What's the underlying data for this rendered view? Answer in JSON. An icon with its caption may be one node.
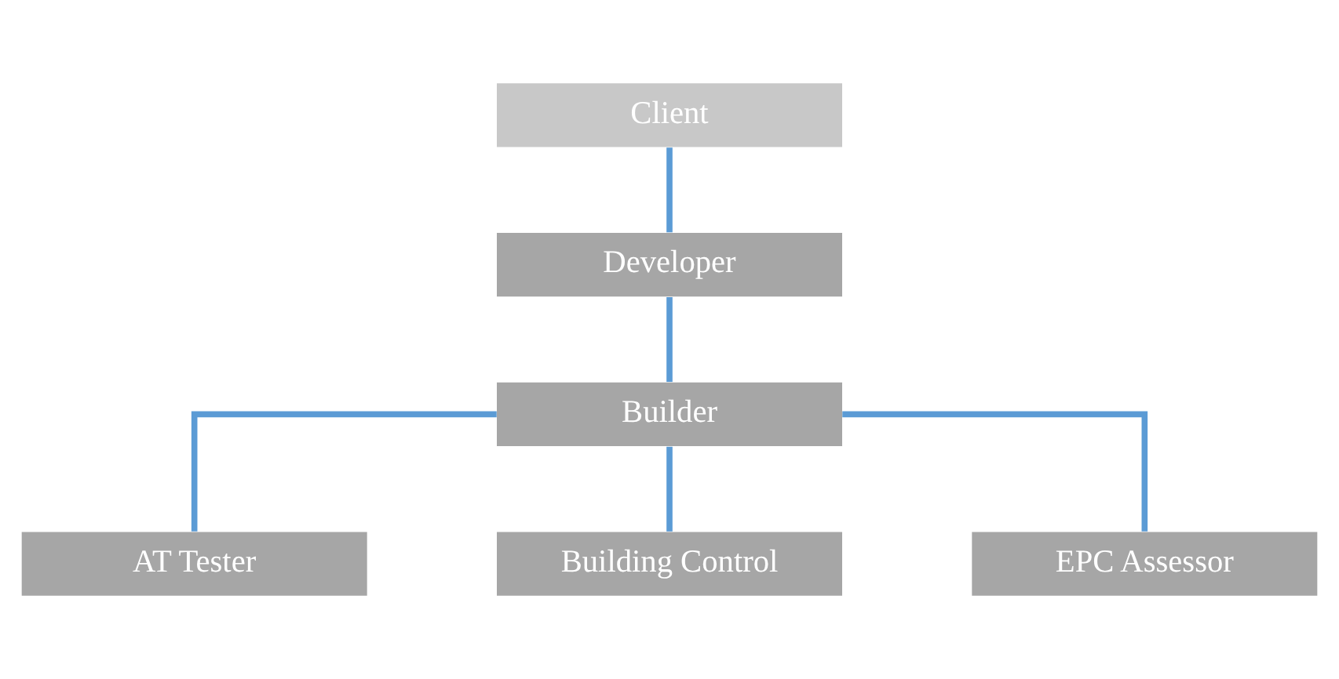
{
  "diagram": {
    "nodes": [
      {
        "text": [
          "Client"
        ]
      },
      {
        "text": [
          "Developer"
        ]
      },
      {
        "text": [
          "Builder"
        ]
      },
      {
        "text": [
          "AT Tester"
        ]
      },
      {
        "text": [
          "Building Control"
        ]
      },
      {
        "text": [
          "EPC Assessor"
        ]
      }
    ],
    "edges": [
      {
        "from": 0,
        "to": 1,
        "arrow": "none"
      },
      {
        "from": 1,
        "to": 2,
        "arrow": "none"
      },
      {
        "from": 2,
        "to": 3,
        "arrow": "none"
      },
      {
        "from": 2,
        "to": 4,
        "arrow": "none"
      },
      {
        "from": 2,
        "to": 5,
        "arrow": "none"
      }
    ]
  }
}
